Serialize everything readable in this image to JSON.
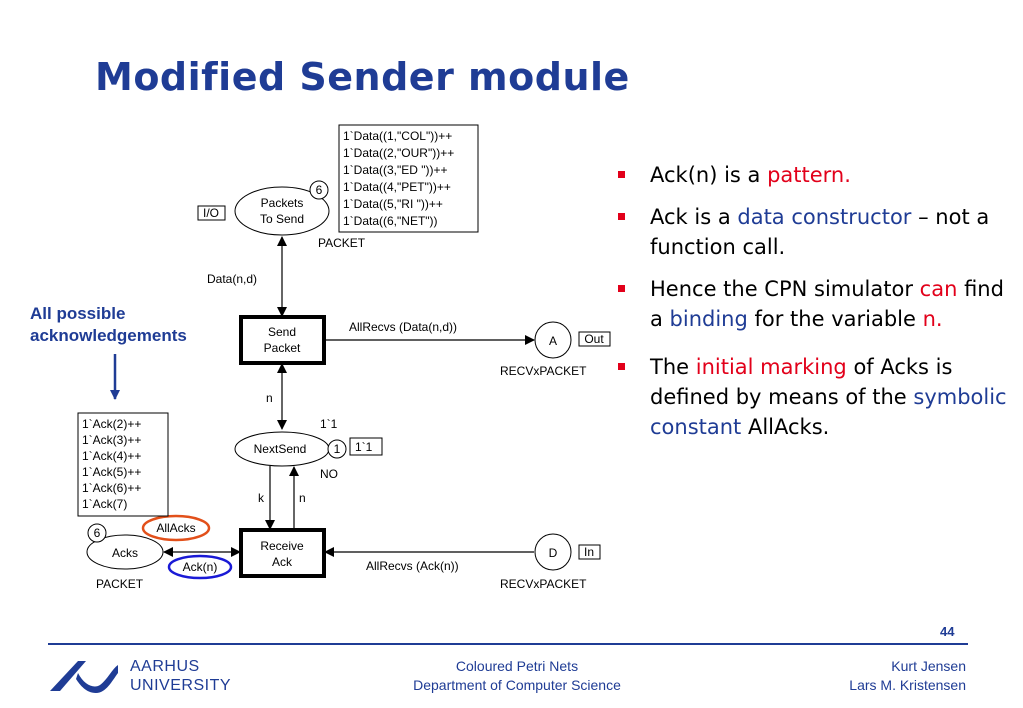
{
  "title": "Modified Sender module",
  "side_note": [
    "All possible",
    "acknowledgements"
  ],
  "bullets": [
    [
      {
        "t": "Ack(n) is a ",
        "c": ""
      },
      {
        "t": "pattern.",
        "c": "red"
      }
    ],
    [
      {
        "t": "Ack is a ",
        "c": ""
      },
      {
        "t": "data constructor",
        "c": "blue"
      },
      {
        "t": " – not a function call.",
        "c": ""
      }
    ],
    [
      {
        "t": "Hence the CPN simulator ",
        "c": ""
      },
      {
        "t": "can",
        "c": "red"
      },
      {
        "t": " find a ",
        "c": ""
      },
      {
        "t": "binding",
        "c": "blue"
      },
      {
        "t": " for the variable ",
        "c": ""
      },
      {
        "t": "n.",
        "c": "red"
      }
    ],
    [
      {
        "t": "The ",
        "c": ""
      },
      {
        "t": "initial marking",
        "c": "red"
      },
      {
        "t": " of Acks is defined by means of the ",
        "c": ""
      },
      {
        "t": "symbolic constant",
        "c": "blue"
      },
      {
        "t": " AllAcks.",
        "c": ""
      }
    ]
  ],
  "diagram": {
    "packets_marking": [
      "1`Data((1,\"COL\"))++",
      "1`Data((2,\"OUR\"))++",
      "1`Data((3,\"ED \"))++",
      "1`Data((4,\"PET\"))++",
      "1`Data((5,\"RI  \"))++",
      "1`Data((6,\"NET\"))"
    ],
    "places": {
      "packets_to_send": {
        "label1": "Packets",
        "label2": "To Send",
        "count": "6",
        "type": "PACKET",
        "port": "I/O"
      },
      "next_send": {
        "label": "NextSend",
        "count": "1",
        "init": "1`1",
        "marking": "1`1",
        "type": "NO"
      },
      "acks": {
        "label": "Acks",
        "count": "6",
        "type": "PACKET",
        "init": "AllAcks"
      },
      "a": {
        "label": "A",
        "port": "Out",
        "type": "RECVxPACKET"
      },
      "d": {
        "label": "D",
        "port": "In",
        "type": "RECVxPACKET"
      }
    },
    "transitions": {
      "send_packet": {
        "label1": "Send",
        "label2": "Packet"
      },
      "receive_ack": {
        "label1": "Receive",
        "label2": "Ack"
      }
    },
    "arcs": {
      "data_nd": "Data(n,d)",
      "allrecvs_data": "AllRecvs (Data(n,d))",
      "n_up": "n",
      "k": "k",
      "n_back": "n",
      "ack_n": "Ack(n)",
      "allrecvs_ack": "AllRecvs (Ack(n))"
    },
    "acks_marking": [
      "1`Ack(2)++",
      "1`Ack(3)++",
      "1`Ack(4)++",
      "1`Ack(5)++",
      "1`Ack(6)++",
      "1`Ack(7)"
    ]
  },
  "footer": {
    "page": "44",
    "uni1": "AARHUS",
    "uni2": "UNIVERSITY",
    "center1": "Coloured Petri Nets",
    "center2": "Department of Computer Science",
    "right1": "Kurt Jensen",
    "right2": "Lars M. Kristensen"
  },
  "colors": {
    "brand_blue": "#1f3c95",
    "accent_red": "#e2001a",
    "highlight_orange": "#e2501a",
    "highlight_blue": "#1a1ad6"
  }
}
